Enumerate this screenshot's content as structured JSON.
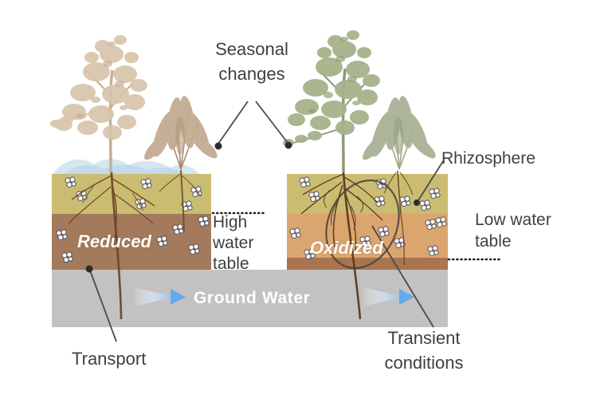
{
  "figure": {
    "seasonal_changes": "Seasonal changes",
    "rhizosphere": "Rhizosphere",
    "high_water_table": "High water table",
    "low_water_table": "Low water table",
    "transport": "Transport",
    "transient_conditions": "Transient conditions",
    "left_zone": "Reduced",
    "right_zone": "Oxidized",
    "groundwater": "Ground Water"
  },
  "colors": {
    "topsoil_khaki": "#cabd72",
    "reduced_brown": "#a37a5b",
    "oxidized_orange": "#dba56f",
    "subsoil_strip": "#a9744f",
    "groundwater_gray": "#c3c2c0",
    "flow_arrow_blue": "#5fa8ef",
    "surface_water_blue": "#aecde4",
    "label_text": "#3f3f3f",
    "zone_text": "#ffffff",
    "dormant_plant_tan": "#d7c4ab",
    "living_plant_green": "#a6b38b",
    "root_brown": "#6e4627"
  },
  "icons": {
    "soil_aggregate": "cluster of white soil nodules",
    "flow_arrow": "groundwater flow arrow pointing right",
    "transient_ellipse": "ellipse outlining transient root zone",
    "leader_dot": "annotation endpoint dot"
  }
}
